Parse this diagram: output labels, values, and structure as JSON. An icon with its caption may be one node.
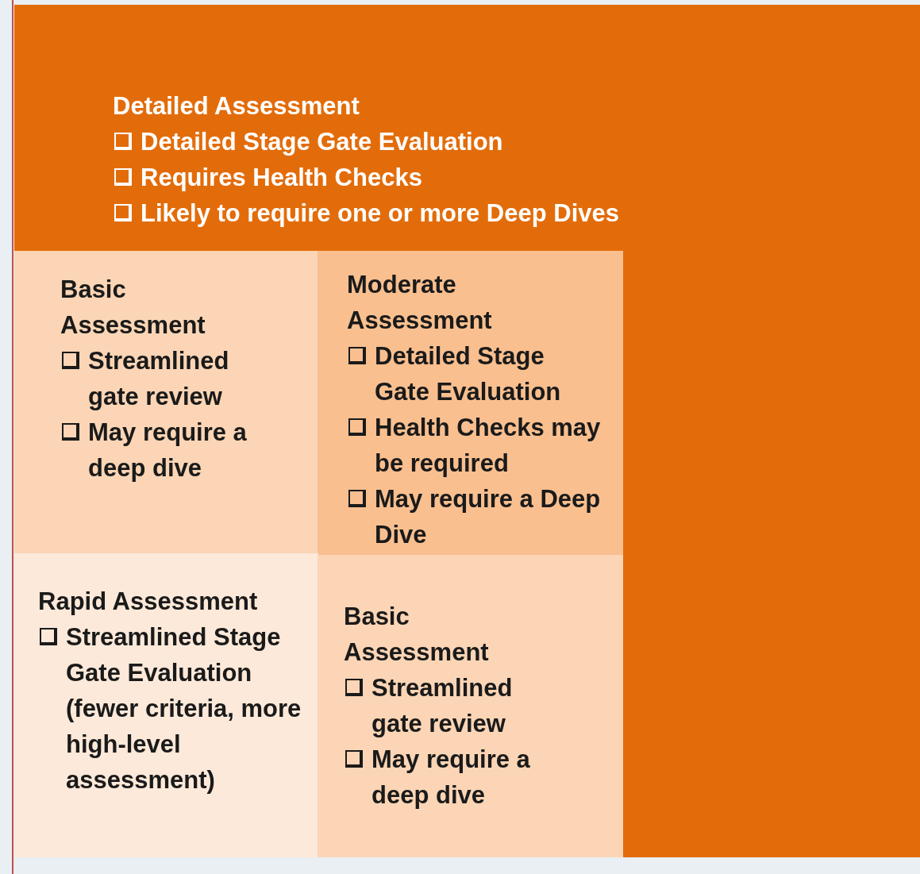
{
  "diagram": {
    "nodes": [
      {
        "text": [
          "Detailed Assessment",
          "Detailed Stage Gate Evaluation",
          "Requires Health Checks",
          "Likely to require one or more Deep Dives"
        ]
      },
      {
        "text": [
          "Basic Assessment",
          "Streamlined gate review",
          "May require a deep dive"
        ],
        "in": 0
      },
      {
        "text": [
          "Moderate Assessment",
          "Detailed Stage Gate Evaluation",
          "Health Checks may be required",
          "May require a Deep Dive"
        ],
        "in": 0
      },
      {
        "text": [
          "Rapid Assessment",
          "Streamlined Stage Gate Evaluation (fewer criteria, more high-level assessment)"
        ],
        "in": 0
      },
      {
        "text": [
          "Basic Assessment",
          "Streamlined gate review",
          "May require a deep dive"
        ],
        "in": 0
      }
    ]
  }
}
